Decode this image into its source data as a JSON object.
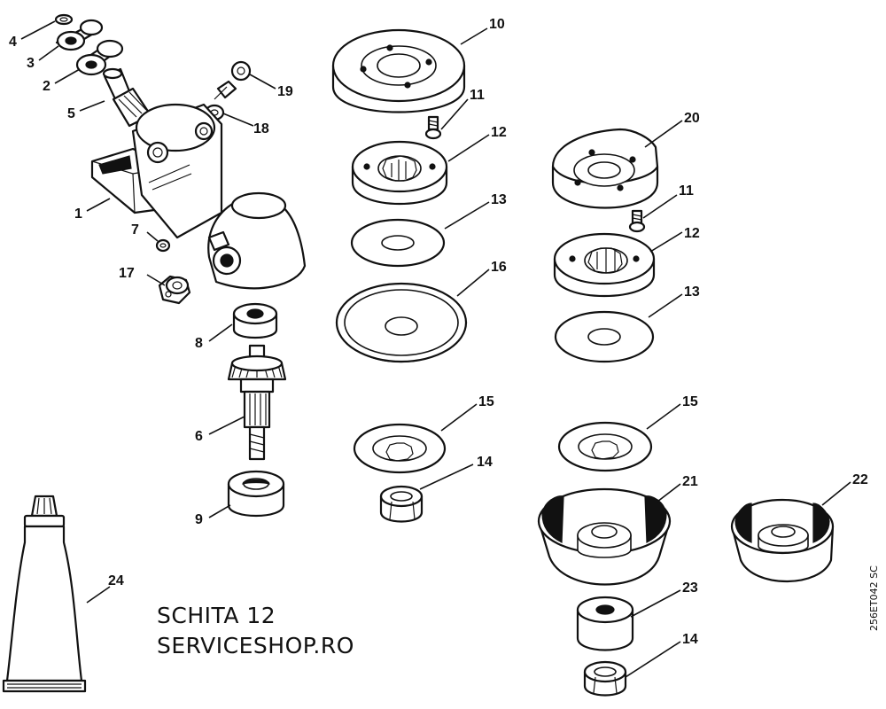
{
  "diagram": {
    "callouts": [
      {
        "id": "c1",
        "label": "1"
      },
      {
        "id": "c2",
        "label": "2"
      },
      {
        "id": "c3",
        "label": "3"
      },
      {
        "id": "c4",
        "label": "4"
      },
      {
        "id": "c5",
        "label": "5"
      },
      {
        "id": "c6",
        "label": "6"
      },
      {
        "id": "c7",
        "label": "7"
      },
      {
        "id": "c8",
        "label": "8"
      },
      {
        "id": "c9",
        "label": "9"
      },
      {
        "id": "c10",
        "label": "10"
      },
      {
        "id": "c11a",
        "label": "11"
      },
      {
        "id": "c11b",
        "label": "11"
      },
      {
        "id": "c12a",
        "label": "12"
      },
      {
        "id": "c12b",
        "label": "12"
      },
      {
        "id": "c13a",
        "label": "13"
      },
      {
        "id": "c13b",
        "label": "13"
      },
      {
        "id": "c14a",
        "label": "14"
      },
      {
        "id": "c14b",
        "label": "14"
      },
      {
        "id": "c15a",
        "label": "15"
      },
      {
        "id": "c15b",
        "label": "15"
      },
      {
        "id": "c16",
        "label": "16"
      },
      {
        "id": "c17",
        "label": "17"
      },
      {
        "id": "c18",
        "label": "18"
      },
      {
        "id": "c19",
        "label": "19"
      },
      {
        "id": "c20",
        "label": "20"
      },
      {
        "id": "c21",
        "label": "21"
      },
      {
        "id": "c22",
        "label": "22"
      },
      {
        "id": "c23",
        "label": "23"
      },
      {
        "id": "c24",
        "label": "24"
      }
    ],
    "caption_line1": "SCHITA 12",
    "caption_line2": "SERVICESHOP.RO",
    "drawing_code": "256ET042 SC"
  }
}
